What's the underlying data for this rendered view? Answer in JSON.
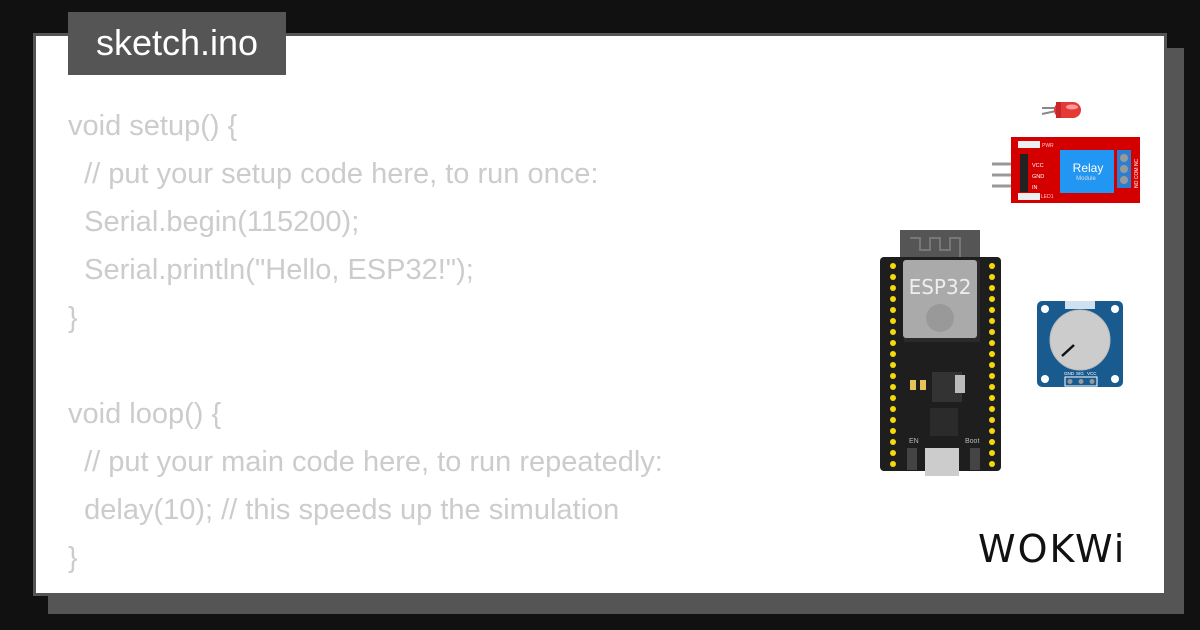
{
  "title": "sketch.ino",
  "code_lines": [
    "void setup() {",
    "  // put your setup code here, to run once:",
    "  Serial.begin(115200);",
    "  Serial.println(\"Hello, ESP32!\");",
    "}",
    "",
    "void loop() {",
    "  // put your main code here, to run repeatedly:",
    "  delay(10); // this speeds up the simulation",
    "}"
  ],
  "components": {
    "esp32": {
      "label": "ESP32",
      "en_label": "EN",
      "boot_label": "Boot"
    },
    "relay": {
      "title": "Relay",
      "subtitle": "Module",
      "pins": [
        "VCC",
        "GND",
        "IN"
      ],
      "terminals": "NO COM NC",
      "pwr": "PWR",
      "led": "LED1",
      "color": "#d40000"
    },
    "potentiometer": {
      "pins": [
        "GND",
        "SIG",
        "VCC"
      ],
      "color": "#1a5b8f"
    },
    "led": {
      "color": "#e53935"
    }
  },
  "logo": "WOKWi"
}
